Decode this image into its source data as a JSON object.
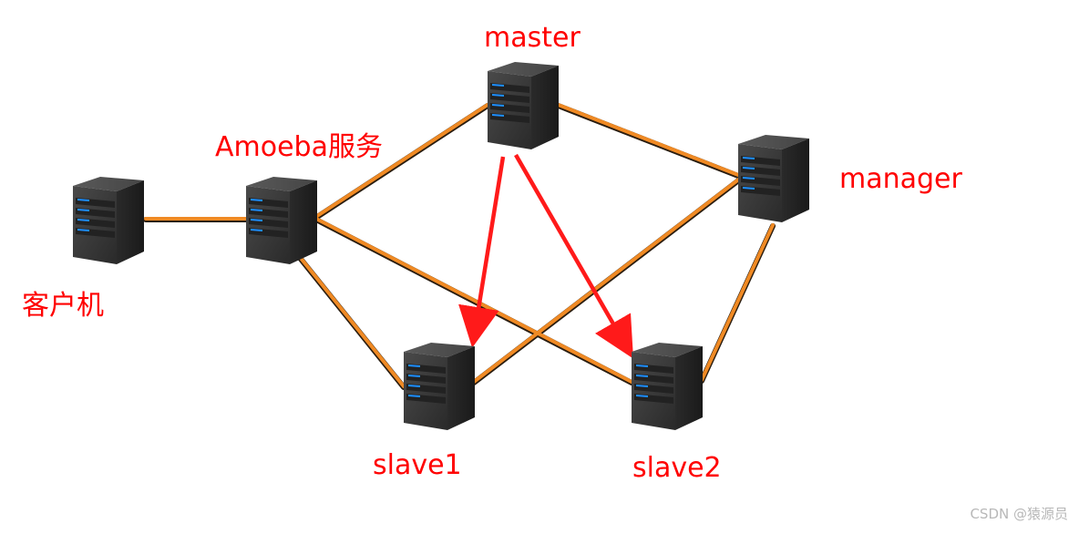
{
  "labels": {
    "client": "客户机",
    "amoeba": "Amoeba服务",
    "master": "master",
    "manager": "manager",
    "slave1": "slave1",
    "slave2": "slave2"
  },
  "watermark": "CSDN @猿源员",
  "colors": {
    "label": "#ff0000",
    "link": "#f08a24",
    "link_shadow": "#2a1d10",
    "replication_arrow": "#ff1a1a",
    "server_body": "#3b3b3b",
    "server_light": "#1d8fff",
    "watermark": "#b8b8b8"
  },
  "icons": {
    "server": "server-icon",
    "arrow": "replication-arrow-icon"
  }
}
